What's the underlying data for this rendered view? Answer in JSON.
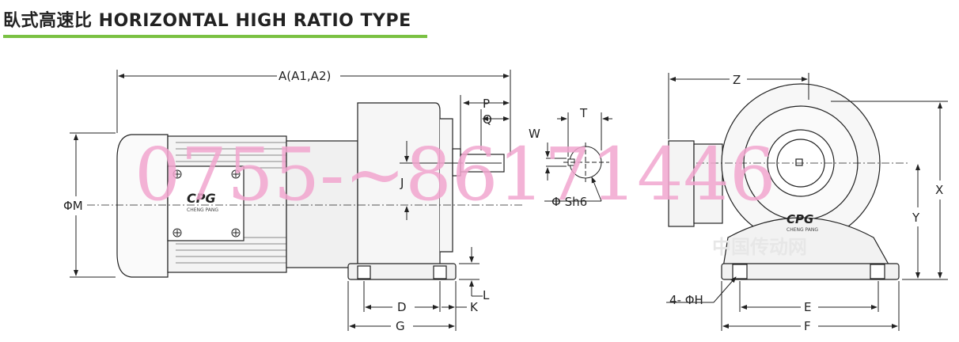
{
  "title": "臥式高速比 HORIZONTAL HIGH RATIO TYPE",
  "brand": "CPG",
  "brand_sub": "CHENG PANG",
  "watermark": "0755-~86171446",
  "watermark2": "中国传动网",
  "labels": {
    "A": "A(A1,A2)",
    "P": "P",
    "Q": "Q",
    "W": "W",
    "T": "T",
    "J": "J",
    "M": "ΦM",
    "S": "Φ Sh6",
    "L": "L",
    "D": "D",
    "K": "K",
    "G": "G",
    "Z": "Z",
    "X": "X",
    "Y": "Y",
    "H": "4- ΦH",
    "E": "E",
    "F": "F"
  },
  "colors": {
    "accent": "#7ac143",
    "watermark": "#f2a6cf"
  }
}
